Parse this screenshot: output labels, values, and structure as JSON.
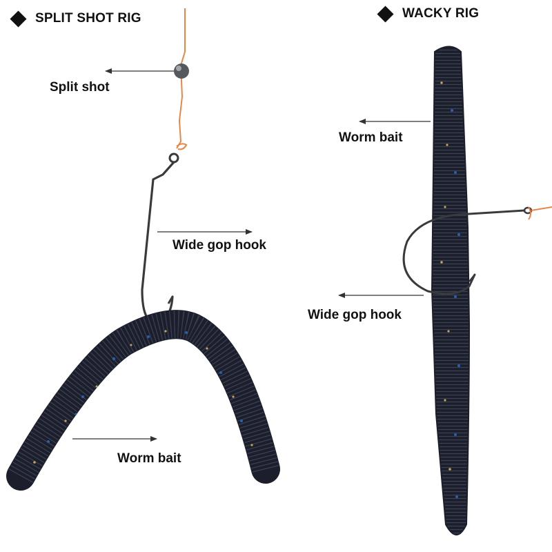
{
  "colors": {
    "worm_body": "#1c1f2b",
    "worm_ring": "#3a4154",
    "flake_blue": "#2a5fb0",
    "flake_gold": "#c8a35a",
    "hook_metal": "#3a3a3d",
    "line_orange": "#e8864a",
    "sinker": "#5b5d61",
    "arrow": "#333333"
  },
  "split_shot_rig": {
    "title": "SPLIT SHOT RIG",
    "title_icon": "diamond-icon",
    "labels": {
      "split_shot": "Split shot",
      "hook": "Wide gop hook",
      "worm": "Worm bait"
    }
  },
  "wacky_rig": {
    "title": "WACKY RIG",
    "title_icon": "diamond-icon",
    "labels": {
      "worm": "Worm bait",
      "hook": "Wide gop hook"
    }
  }
}
